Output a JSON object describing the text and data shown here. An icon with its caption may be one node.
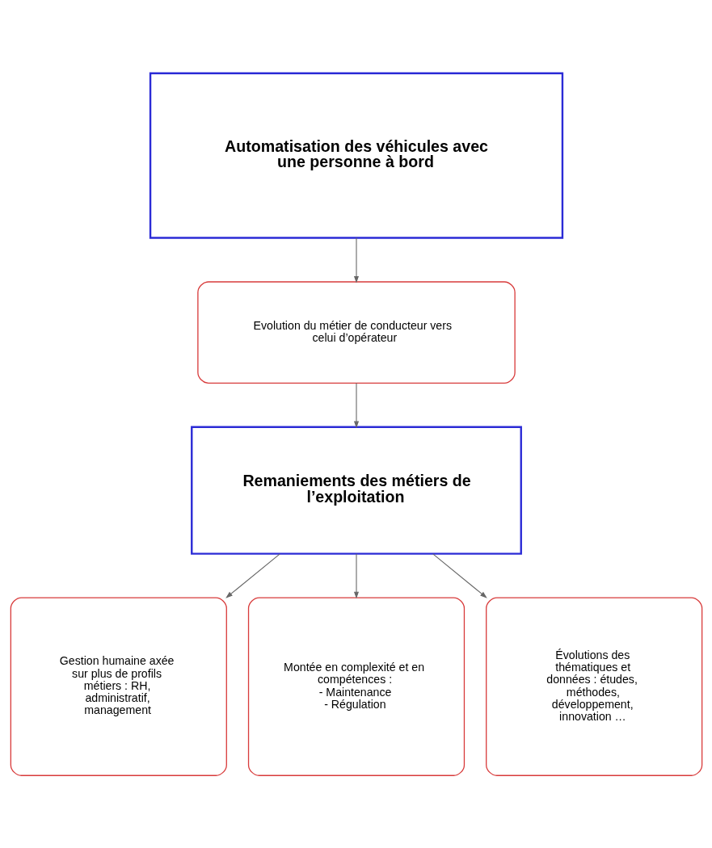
{
  "diagram": {
    "nodes": [
      {
        "text": [
          "Automatisation des véhicules avec une personne à bord"
        ]
      },
      {
        "text": [
          "Evolution du métier de conducteur vers celui d’opérateur"
        ]
      },
      {
        "text": [
          "Remaniements des métiers de l’exploitation"
        ]
      },
      {
        "text": [
          "Gestion humaine axée sur plus de profils métiers : RH, administratif, management"
        ]
      },
      {
        "text": [
          "Montée en complexité et en compétences :",
          "- Maintenance",
          "- Régulation"
        ]
      },
      {
        "text": [
          "Évolutions des thématiques et données : études, méthodes, développement, innovation …"
        ]
      }
    ],
    "edges": [
      {
        "from": 0,
        "to": 1,
        "arrow": "to"
      },
      {
        "from": 1,
        "to": 2,
        "arrow": "to"
      },
      {
        "from": 2,
        "to": 3,
        "arrow": "to"
      },
      {
        "from": 2,
        "to": 4,
        "arrow": "to"
      },
      {
        "from": 2,
        "to": 5,
        "arrow": "to"
      }
    ]
  }
}
